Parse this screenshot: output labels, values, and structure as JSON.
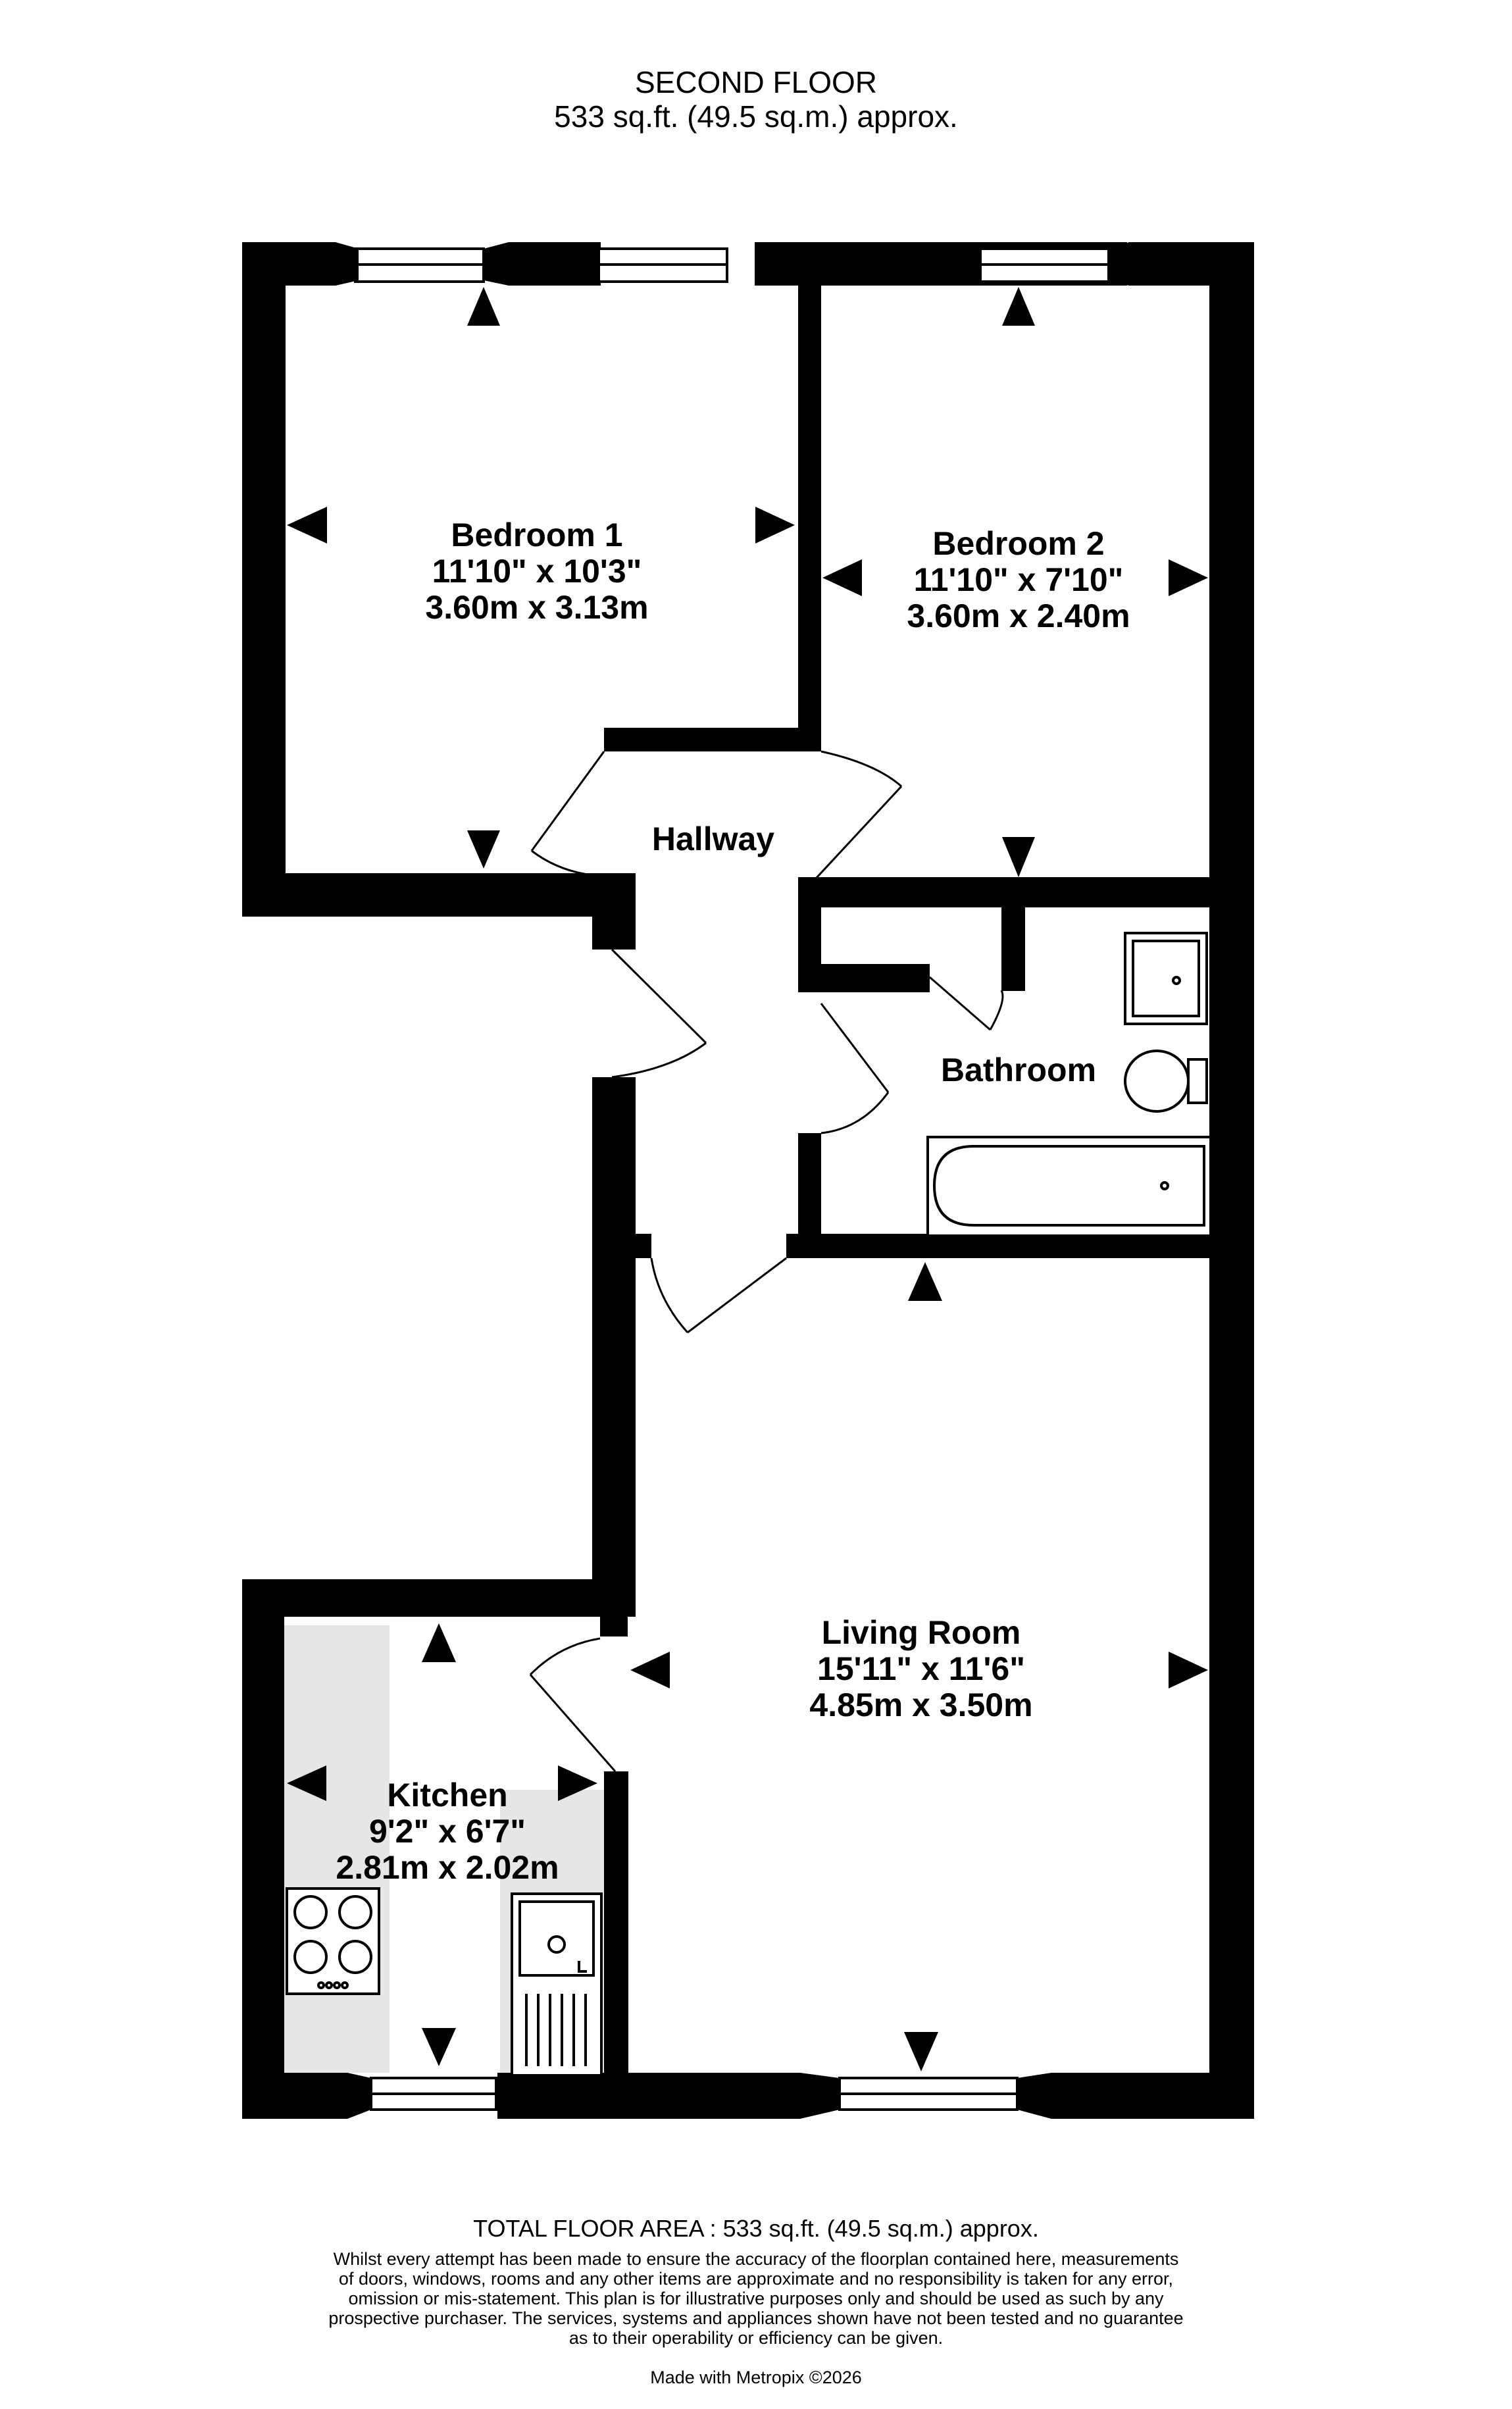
{
  "header": {
    "floor": "SECOND FLOOR",
    "area": "533 sq.ft. (49.5 sq.m.) approx."
  },
  "rooms": {
    "bedroom1": {
      "name": "Bedroom 1",
      "imperial": "11'10\"  x 10'3\"",
      "metric": "3.60m  x 3.13m"
    },
    "bedroom2": {
      "name": "Bedroom 2",
      "imperial": "11'10\"  x 7'10\"",
      "metric": "3.60m  x 2.40m"
    },
    "hallway": {
      "name": "Hallway"
    },
    "bathroom": {
      "name": "Bathroom"
    },
    "living": {
      "name": "Living Room",
      "imperial": "15'11\"  x 11'6\"",
      "metric": "4.85m  x 3.50m"
    },
    "kitchen": {
      "name": "Kitchen",
      "imperial": "9'2\"  x 6'7\"",
      "metric": "2.81m  x 2.02m"
    }
  },
  "footer": {
    "total": "TOTAL FLOOR AREA : 533 sq.ft. (49.5 sq.m.) approx.",
    "disclaimer": [
      "Whilst every attempt has been made to ensure the accuracy of the floorplan contained here, measurements",
      "of doors, windows, rooms and any other items are approximate and no responsibility is taken for any error,",
      "omission or mis-statement. This plan is for illustrative purposes only and should be used as such by any",
      "prospective purchaser. The services, systems and appliances shown have not been tested and no guarantee",
      "as to their operability or efficiency can be given."
    ],
    "made_with": "Made with Metropix ©2026"
  },
  "colors": {
    "wall": "#000000",
    "background": "#ffffff",
    "kitchen_shade": "#e6e6e6"
  }
}
